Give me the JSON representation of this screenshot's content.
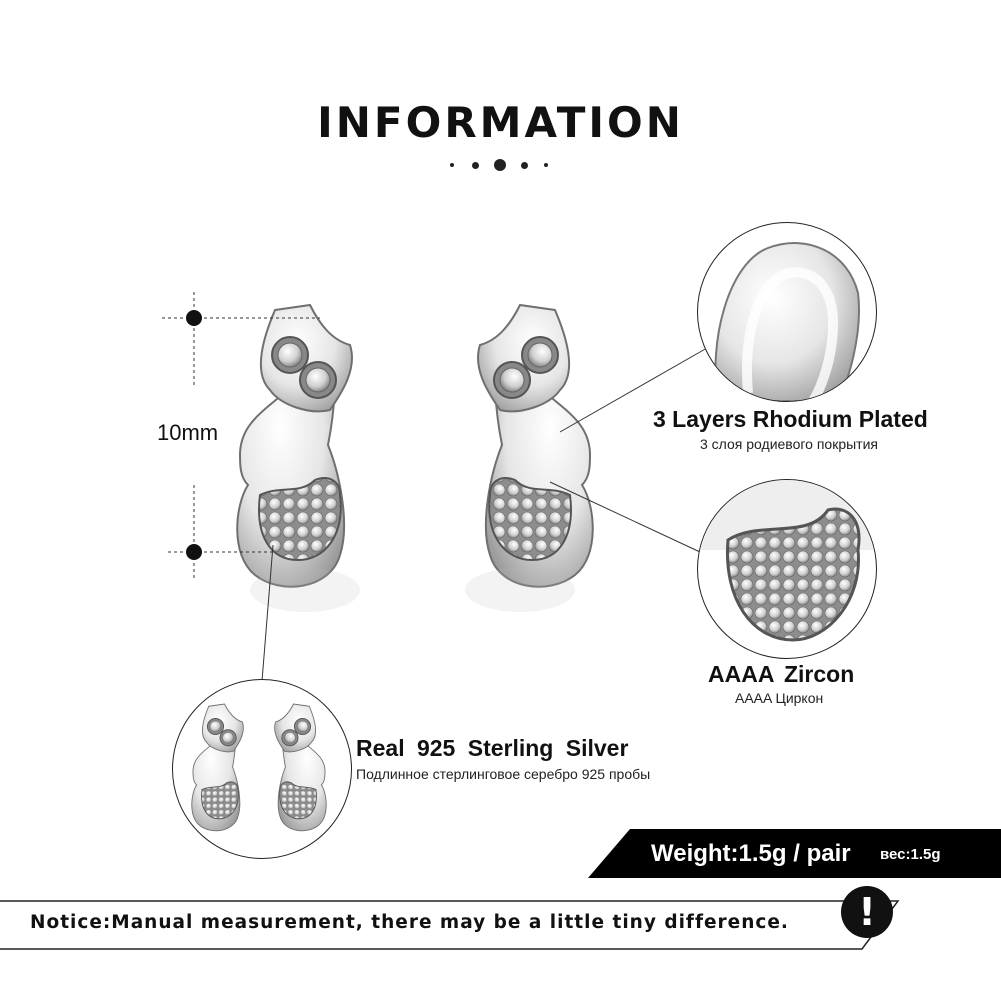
{
  "title": "INFORMATION",
  "dimension": {
    "label": "10mm"
  },
  "features": {
    "rhodium": {
      "title": "3 Layers Rhodium Plated",
      "subtitle": "3 слоя родиевого покрытия"
    },
    "zircon": {
      "title": "AAAA  Zircon",
      "subtitle": "AAAA Циркон"
    },
    "silver": {
      "title": "Real 925  Sterling  Silver",
      "subtitle": "Подлинное стерлинговое серебро 925 пробы"
    }
  },
  "weight": {
    "label": "Weight:1.5g / pair",
    "sub": "вес:1.5g"
  },
  "notice": {
    "text": "Notice:Manual measurement, there may be a little tiny difference.",
    "badge": "!"
  },
  "colors": {
    "text": "#111111",
    "banner": "#000000",
    "metal": "#d9d9d9",
    "background": "#ffffff"
  },
  "icons": {
    "notice_badge": "exclamation-icon",
    "title_divider": "dots-divider-icon"
  }
}
